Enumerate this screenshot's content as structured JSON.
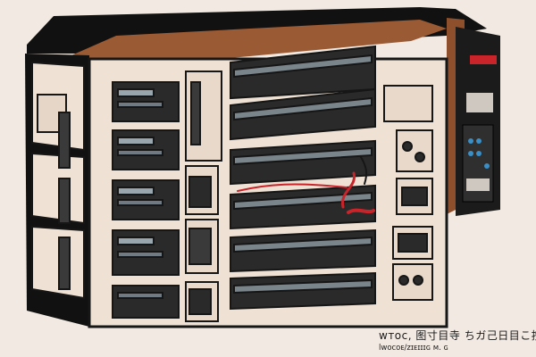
{
  "image": {
    "subject": "server rack",
    "style": "flat comic illustration",
    "colors": {
      "background": "#f1e9e2",
      "outline": "#161616",
      "panel_cream": "#efe2d5",
      "panel_dark": "#2a2a2a",
      "wood_brown": "#9a5a34",
      "cable_red": "#c8242a"
    }
  },
  "caption": {
    "line1": "ᴡᴛᴏᴄ, 图寸目寺 ちガ己日目こ按",
    "line2": "lᴡᴏᴄᴏᴇ/ᴢɪᴇɪɪɪɢ ᴍ. ɢ"
  }
}
